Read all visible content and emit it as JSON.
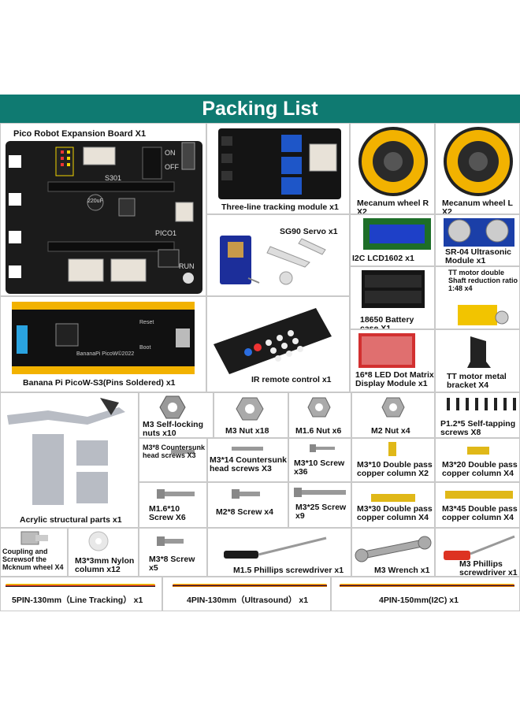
{
  "title": "Packing List",
  "items": {
    "expansion_board": "Pico Robot Expansion Board X1",
    "tracking_module": "Three-line tracking module x1",
    "mecanum_r": "Mecanum wheel R X2",
    "mecanum_l": "Mecanum wheel L X2",
    "servo": "SG90 Servo x1",
    "lcd": "I2C LCD1602 x1",
    "ultrasonic": "SR-04 Ultrasonic Module x1",
    "battery_case": "18650 Battery case X1",
    "tt_motor": "TT motor double Shaft reduction ratio 1:48 x4",
    "banana_pi": "Banana Pi PicoW-S3(Pins Soldered) x1",
    "ir_remote": "IR remote control x1",
    "led_matrix": "16*8 LED Dot Matrix Display Module x1",
    "tt_bracket": "TT motor metal bracket X4",
    "acrylic": "Acrylic structural parts x1",
    "m3_lock_nut": "M3 Self-locking nuts x10",
    "m3_nut": "M3 Nut x18",
    "m16_nut": "M1.6 Nut x6",
    "m2_nut": "M2 Nut x4",
    "p12_screw": "P1.2*5 Self-tapping screws X8",
    "m3x8_csk": "M3*8 Countersunk head screws X3",
    "m3x14_csk": "M3*14 Countersunk head screws X3",
    "m3x10_screw": "M3*10 Screw x36",
    "m3x10_col": "M3*10 Double pass copper column X2",
    "m3x20_col": "M3*20 Double pass copper column X4",
    "m16x10_screw": "M1.6*10 Screw X6",
    "m2x8_screw": "M2*8 Screw x4",
    "m3x25_screw": "M3*25 Screw x9",
    "m3x30_col": "M3*30 Double pass copper column X4",
    "m3x45_col": "M3*45 Double pass copper column X4",
    "coupling": "Coupling and Screwsof the Mcknum wheel X4",
    "nylon_col": "M3*3mm Nylon column x12",
    "m3x8_screw": "M3*8 Screw x5",
    "phillips_m15": "M1.5 Phillips screwdriver x1",
    "wrench": "M3 Wrench x1",
    "phillips_m3": "M3 Phillips screwdriver x1",
    "cable1": "5PIN-130mm（Line Tracking） x1",
    "cable2": "4PIN-130mm（Ultrasound） x1",
    "cable3": "4PIN-150mm(I2C) x1"
  },
  "board": {
    "label_s301": "S301",
    "label_on": "ON",
    "label_off": "OFF",
    "label_run": "RUN",
    "label_pico": "PICO1",
    "cap_text": "220uF",
    "pico_text": "BananaPi PicoW©2022",
    "reset": "Reset",
    "boot": "Boot"
  },
  "colors": {
    "banner": "#0f7a71",
    "board": "#1b1b1b",
    "wheel_yellow": "#f2b200",
    "lcd_blue": "#1e40c8",
    "servo_blue": "#1c2e9a",
    "brass": "#e0b818",
    "led_red": "#d23030"
  }
}
